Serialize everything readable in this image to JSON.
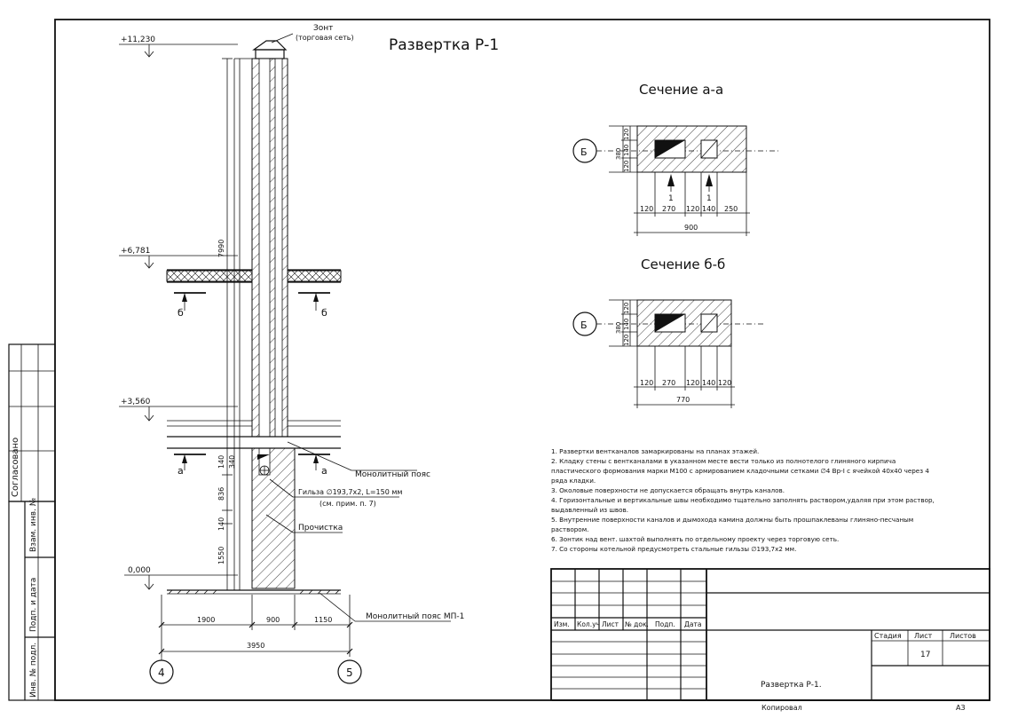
{
  "title": "Развертка Р-1",
  "elevations": {
    "top": "+11,230",
    "upper_floor": "+6,781",
    "lower_floor": "+3,560",
    "ground": "0,000"
  },
  "labels": {
    "umbrella_line1": "Зонт",
    "umbrella_line2": "(торговая сеть)",
    "monolithic_belt": "Монолитный пояс",
    "sleeve_line1": "Гильза ∅193,7х2, L=150 мм",
    "sleeve_line2": "(см. прим. п. 7)",
    "cleanout": "Прочистка",
    "monolithic_belt_mp1": "Монолитный пояс МП-1",
    "cut_a": "а",
    "cut_b": "б"
  },
  "dims": {
    "vertical_7990": "7990",
    "vertical_340": "340",
    "vertical_140a": "140",
    "vertical_836": "836",
    "vertical_140b": "140",
    "vertical_1550": "1550",
    "horiz_1900": "1900",
    "horiz_900": "900",
    "horiz_1150": "1150",
    "horiz_3950": "3950"
  },
  "axes": {
    "left": "4",
    "right": "5",
    "section_axis": "Б"
  },
  "section_aa": {
    "title": "Сечение а-а",
    "vert_dims": [
      "380",
      "120",
      "140",
      "120"
    ],
    "horiz_dims": [
      "120",
      "270",
      "120",
      "140",
      "250"
    ],
    "total": "900",
    "markers": [
      "1",
      "1"
    ]
  },
  "section_bb": {
    "title": "Сечение б-б",
    "vert_dims": [
      "380",
      "120",
      "140",
      "120"
    ],
    "horiz_dims": [
      "120",
      "270",
      "120",
      "140",
      "120"
    ],
    "total": "770"
  },
  "notes": [
    "1. Развертки вентканалов замаркированы на планах этажей.",
    "2. Кладку стены с вентканалами в указанном месте вести только из полнотелого глиняного кирпича",
    "пластического формования марки М100 с армированием кладочными сетками ∅4 Вр-I с ячейкой 40х40 через 4",
    "ряда кладки.",
    "3. Околовые поверхности не допускается обращать внутрь каналов.",
    "4. Горизонтальные и вертикальные швы необходимо тщательно заполнять раствором,удаляя при этом раствор,",
    "выдавленный из швов.",
    "5. Внутренние поверхности каналов и дымохода камина должны быть прошпаклеваны глиняно-песчаным",
    "раствором.",
    "6. Зонтик над вент. шахтой выполнять по отдельному проекту через торговую сеть.",
    "7. Со стороны котельной предусмотреть стальные гильзы ∅193,7х2 мм."
  ],
  "title_block": {
    "cols": [
      "Изм.",
      "Кол.уч",
      "Лист",
      "№ док.",
      "Подп.",
      "Дата"
    ],
    "stage": "Стадия",
    "sheet": "Лист",
    "sheets": "Листов",
    "sheet_no": "17",
    "drawing_name": "Развертка Р-1.",
    "copied": "Копировал",
    "format": "А3"
  },
  "side_stamp": {
    "agreed": "Согласовано",
    "inv_replace": "Взам. инв. №",
    "sign_date": "Подп. и дата",
    "inv_orig": "Инв. № подл."
  }
}
